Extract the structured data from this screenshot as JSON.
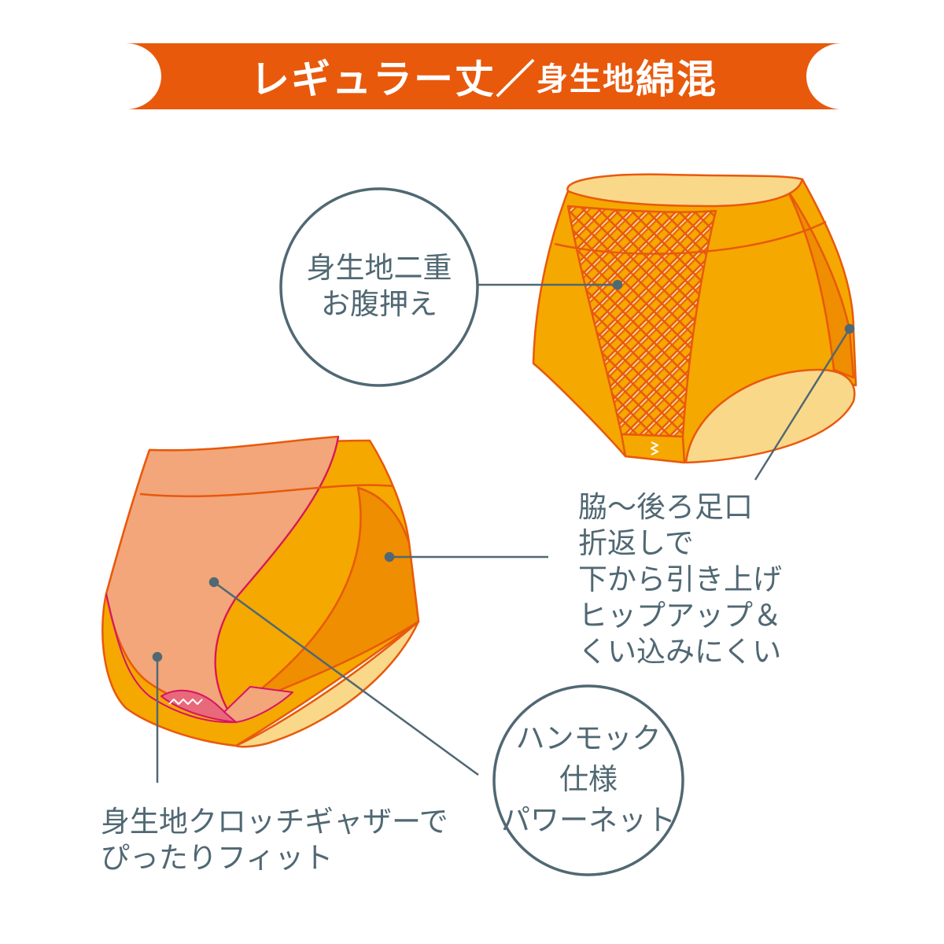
{
  "banner": {
    "title_main": "レギュラー丈／",
    "title_sub": "身生地",
    "title_end": "綿混",
    "color": "#E8590C"
  },
  "callouts": {
    "front_panel": [
      "身生地二重",
      "お腹押え"
    ],
    "leg_opening": [
      "脇〜後ろ足口",
      "折返しで",
      "下から引き上げ",
      "ヒップアップ＆",
      "くい込みにくい"
    ],
    "hammock": [
      "ハンモック",
      "仕様",
      "パワーネット"
    ],
    "crotch": [
      "身生地クロッチギャザーで",
      "ぴったりフィット"
    ]
  },
  "colors": {
    "garment": "#F5A800",
    "garment_dark": "#EE8E00",
    "inner": "#FAD88A",
    "back_panel": "#F2A67A",
    "outline": "#E8590C",
    "line": "#506873"
  }
}
